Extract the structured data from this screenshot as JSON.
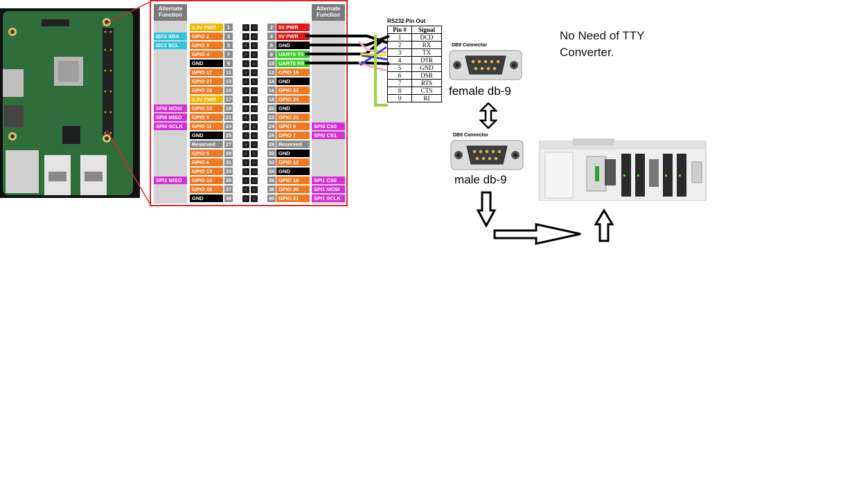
{
  "gpio": {
    "alt_header_left": "Alternate Function",
    "alt_header_right": "Alternate Function",
    "rows": [
      {
        "l": "3.3V PWR",
        "lc": "#f5b400",
        "ln": "1",
        "rn": "2",
        "r": "5V PWR",
        "rc": "#e01b1b",
        "la": "",
        "ra": ""
      },
      {
        "l": "GPIO 2",
        "lc": "#f07820",
        "ln": "3",
        "rn": "4",
        "r": "5V PWR",
        "rc": "#e01b1b",
        "la": "I2C1 SDA",
        "ra": ""
      },
      {
        "l": "GPIO 3",
        "lc": "#f07820",
        "ln": "5",
        "rn": "6",
        "r": "GND",
        "rc": "#000000",
        "la": "I2C1 SCL",
        "ra": ""
      },
      {
        "l": "GPIO 4",
        "lc": "#f07820",
        "ln": "7",
        "rn": "8",
        "r": "UART0 TX",
        "rc": "#3ecf2e",
        "la": "",
        "ra": ""
      },
      {
        "l": "GND",
        "lc": "#000000",
        "ln": "9",
        "rn": "10",
        "r": "UART0 RX",
        "rc": "#3ecf2e",
        "la": "",
        "ra": ""
      },
      {
        "l": "GPIO 17",
        "lc": "#f07820",
        "ln": "11",
        "rn": "12",
        "r": "GPIO 18",
        "rc": "#f07820",
        "la": "",
        "ra": ""
      },
      {
        "l": "GPIO 27",
        "lc": "#f07820",
        "ln": "13",
        "rn": "14",
        "r": "GND",
        "rc": "#000000",
        "la": "",
        "ra": ""
      },
      {
        "l": "GPIO 22",
        "lc": "#f07820",
        "ln": "15",
        "rn": "16",
        "r": "GPIO 23",
        "rc": "#f07820",
        "la": "",
        "ra": ""
      },
      {
        "l": "3.3V PWR",
        "lc": "#f5b400",
        "ln": "17",
        "rn": "18",
        "r": "GPIO 24",
        "rc": "#f07820",
        "la": "",
        "ra": ""
      },
      {
        "l": "GPIO 10",
        "lc": "#f07820",
        "ln": "19",
        "rn": "20",
        "r": "GND",
        "rc": "#000000",
        "la": "SPI0 MOSI",
        "ra": ""
      },
      {
        "l": "GPIO 9",
        "lc": "#f07820",
        "ln": "21",
        "rn": "22",
        "r": "GPIO 25",
        "rc": "#f07820",
        "la": "SPI0 MISO",
        "ra": ""
      },
      {
        "l": "GPIO 11",
        "lc": "#f07820",
        "ln": "23",
        "rn": "24",
        "r": "GPIO 8",
        "rc": "#f07820",
        "la": "SPI0 SCLK",
        "ra": "SPI0 CS0"
      },
      {
        "l": "GND",
        "lc": "#000000",
        "ln": "25",
        "rn": "26",
        "r": "GPIO 7",
        "rc": "#f07820",
        "la": "",
        "ra": "SPI0 CS1"
      },
      {
        "l": "Reserved",
        "lc": "#8a8a8a",
        "ln": "27",
        "rn": "28",
        "r": "Reserved",
        "rc": "#8a8a8a",
        "la": "",
        "ra": ""
      },
      {
        "l": "GPIO 5",
        "lc": "#f07820",
        "ln": "29",
        "rn": "30",
        "r": "GND",
        "rc": "#000000",
        "la": "",
        "ra": ""
      },
      {
        "l": "GPIO 6",
        "lc": "#f07820",
        "ln": "31",
        "rn": "32",
        "r": "GPIO 12",
        "rc": "#f07820",
        "la": "",
        "ra": ""
      },
      {
        "l": "GPIO 13",
        "lc": "#f07820",
        "ln": "33",
        "rn": "34",
        "r": "GND",
        "rc": "#000000",
        "la": "",
        "ra": ""
      },
      {
        "l": "GPIO 19",
        "lc": "#f07820",
        "ln": "35",
        "rn": "36",
        "r": "GPIO 16",
        "rc": "#f07820",
        "la": "SPI1 MISO",
        "ra": "SPI1 CS0"
      },
      {
        "l": "GPIO 26",
        "lc": "#f07820",
        "ln": "37",
        "rn": "38",
        "r": "GPIO 20",
        "rc": "#f07820",
        "la": "",
        "ra": "SPI1 MOSI"
      },
      {
        "l": "GND",
        "lc": "#000000",
        "ln": "39",
        "rn": "40",
        "r": "GPIO 21",
        "rc": "#f07820",
        "la": "",
        "ra": "SPI1 SCLK"
      }
    ],
    "alt_colors": {
      "I2C": "#2ec4dd",
      "SPI": "#d62fd6"
    }
  },
  "rs232": {
    "title": "RS232 Pin Out",
    "headers": [
      "Pin #",
      "Signal"
    ],
    "rows": [
      [
        "1",
        "DCD"
      ],
      [
        "2",
        "RX"
      ],
      [
        "3",
        "TX"
      ],
      [
        "4",
        "DTR"
      ],
      [
        "5",
        "GND"
      ],
      [
        "6",
        "DSR"
      ],
      [
        "7",
        "RTS"
      ],
      [
        "8",
        "CTS"
      ],
      [
        "9",
        "RI"
      ]
    ]
  },
  "connectors": {
    "female": {
      "title": "DB9    Connector",
      "caption": "female db-9"
    },
    "male": {
      "title": "DB9    Connector",
      "caption": "male db-9"
    }
  },
  "note": {
    "line1": "No Need of TTY",
    "line2": "Converter."
  },
  "icons": [
    "raspberry-pi-board-photo",
    "db9-connector-icon",
    "plc-module-photo",
    "double-arrow-icon"
  ]
}
